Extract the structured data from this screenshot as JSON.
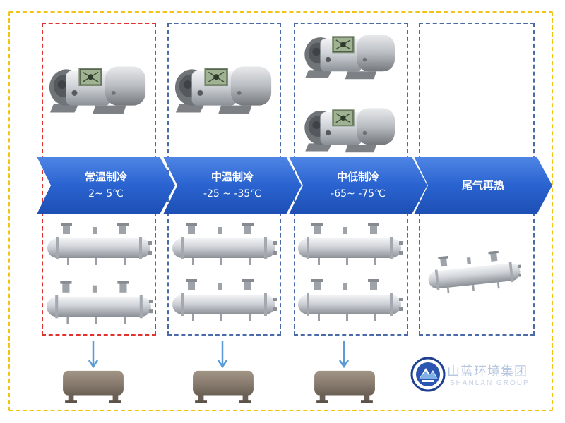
{
  "stages": [
    {
      "title": "常温制冷",
      "range": "2~ 5℃"
    },
    {
      "title": "中温制冷",
      "range": "-25 ~ -35℃"
    },
    {
      "title": "中低制冷",
      "range": "-65~ -75℃"
    },
    {
      "title": "尾气再热",
      "range": ""
    }
  ],
  "brand": {
    "name_cn": "山蓝环境集团",
    "name_en": "SHANLAN GROUP"
  },
  "colors": {
    "arrow_blue": "#2a63d0",
    "stage_border": "#4a6aa8",
    "first_stage_border": "#e0322e",
    "outer_border": "#f2c417",
    "flow_arrow": "#5b9bd5",
    "tank": "#8a7d70"
  }
}
